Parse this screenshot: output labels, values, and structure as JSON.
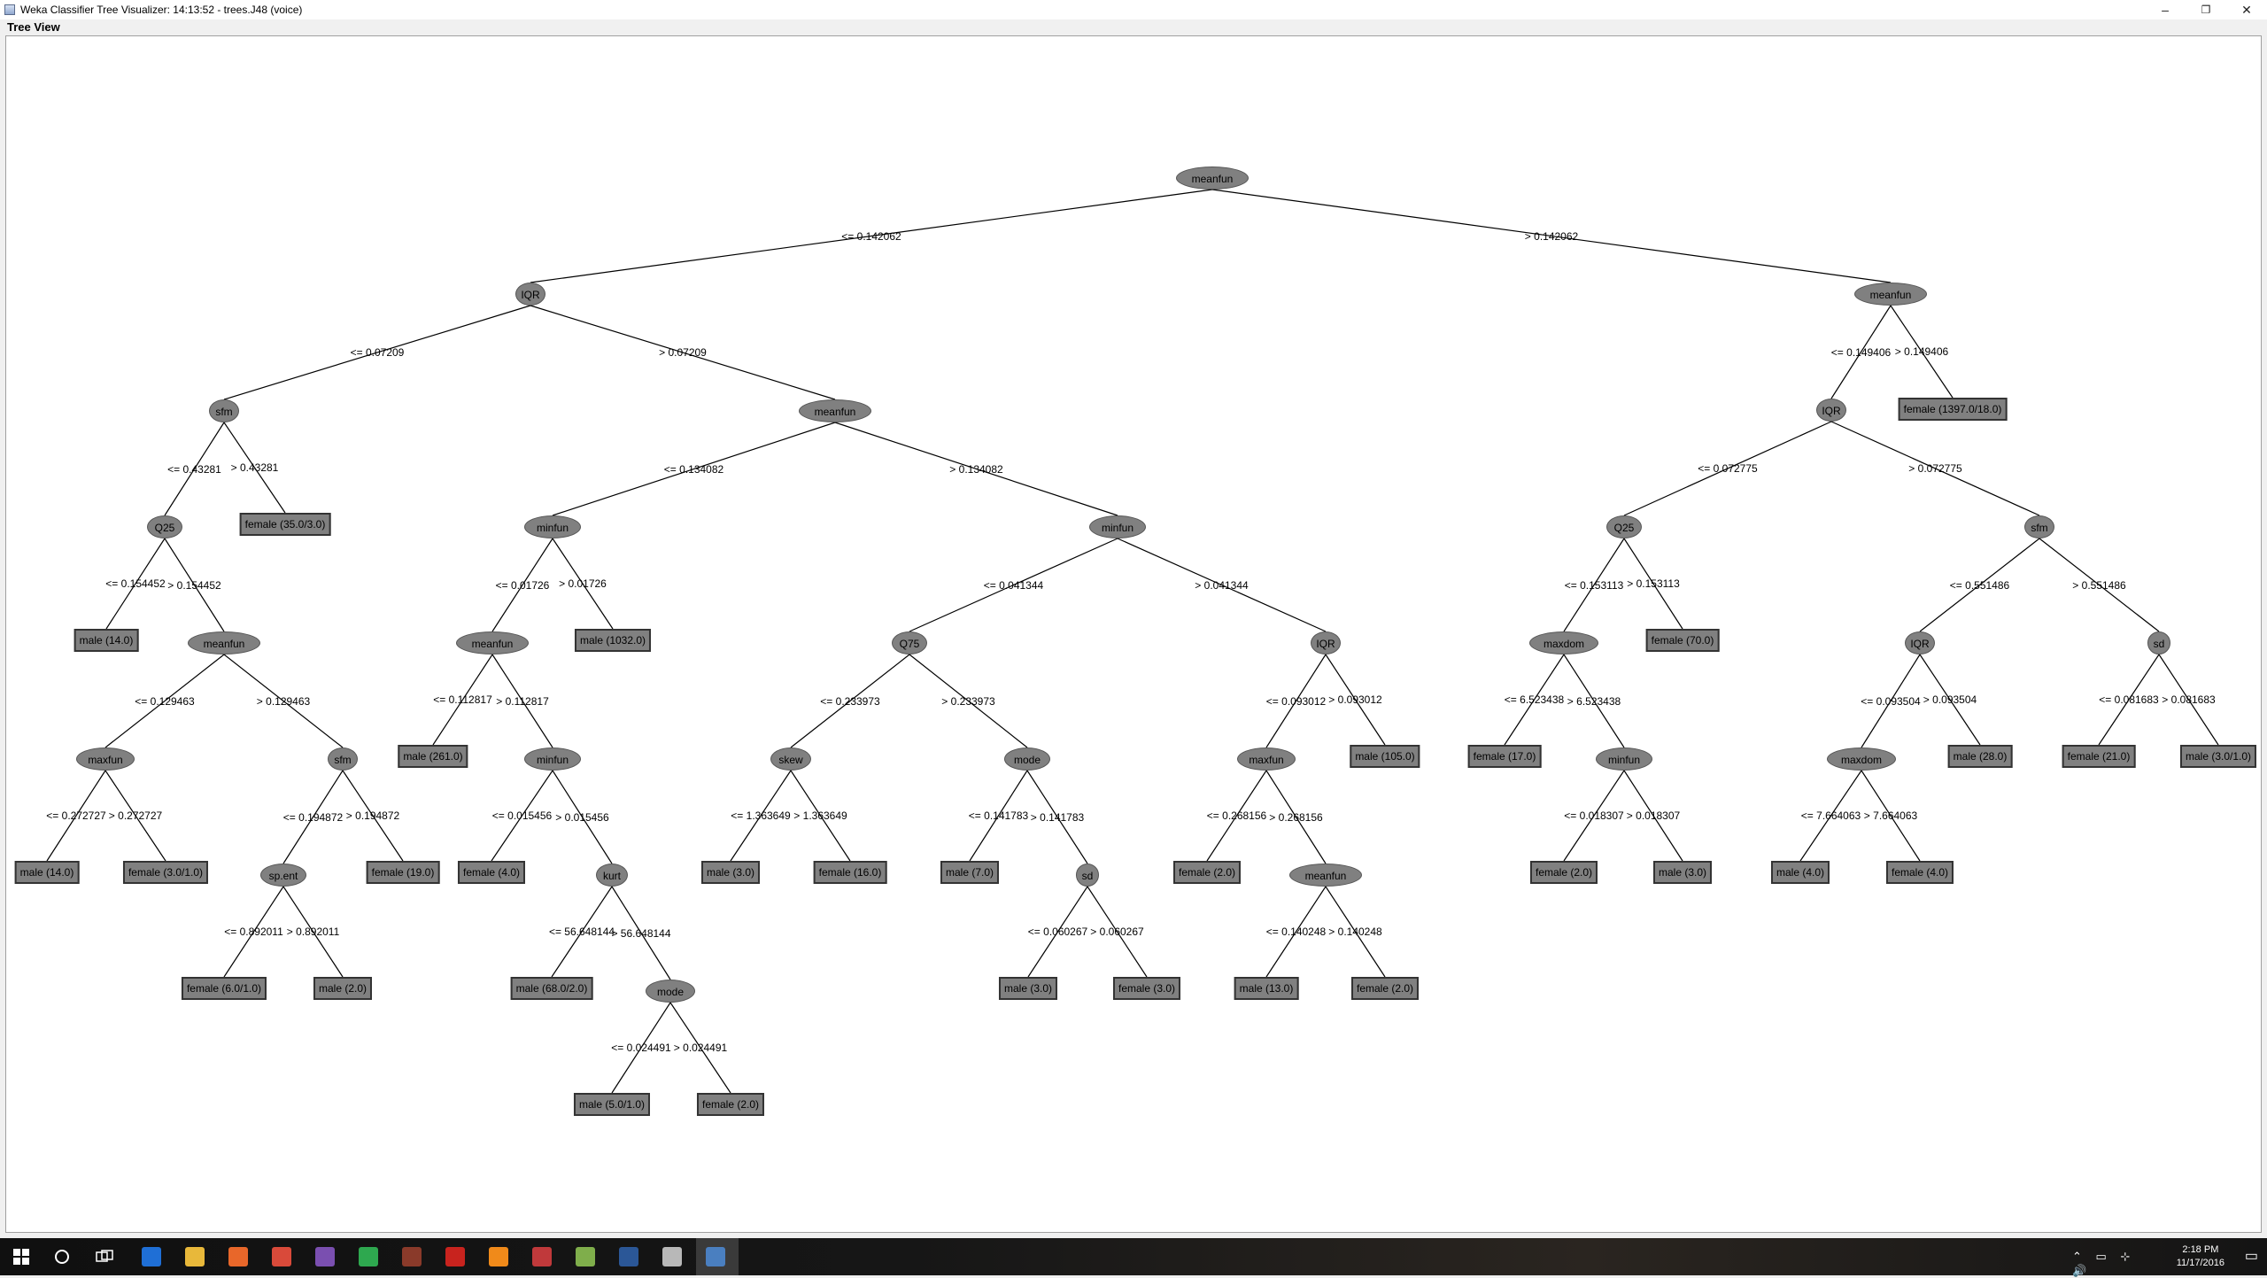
{
  "window": {
    "title": "Weka Classifier Tree Visualizer: 14:13:52 - trees.J48 (voice)",
    "minimize": "–",
    "maximize": "❐",
    "close": "✕"
  },
  "tab_label": "Tree View",
  "tree": {
    "nodes": [
      {
        "id": "n_root",
        "label": "meanfun",
        "type": "split"
      },
      {
        "id": "n_iqr1",
        "label": "IQR",
        "type": "split"
      },
      {
        "id": "n_mf_r",
        "label": "meanfun",
        "type": "split"
      },
      {
        "id": "n_sfm1",
        "label": "sfm",
        "type": "split"
      },
      {
        "id": "n_mf2",
        "label": "meanfun",
        "type": "split"
      },
      {
        "id": "n_iqr_r",
        "label": "IQR",
        "type": "split"
      },
      {
        "id": "lf_1397",
        "label": "female (1397.0/18.0)",
        "type": "leaf"
      },
      {
        "id": "n_q25a",
        "label": "Q25",
        "type": "split"
      },
      {
        "id": "lf_35",
        "label": "female (35.0/3.0)",
        "type": "leaf"
      },
      {
        "id": "n_minfun1",
        "label": "minfun",
        "type": "split"
      },
      {
        "id": "n_minfun2",
        "label": "minfun",
        "type": "split"
      },
      {
        "id": "n_q25r",
        "label": "Q25",
        "type": "split"
      },
      {
        "id": "n_sfm_r",
        "label": "sfm",
        "type": "split"
      },
      {
        "id": "lf_m14a",
        "label": "male (14.0)",
        "type": "leaf"
      },
      {
        "id": "n_mf3",
        "label": "meanfun",
        "type": "split"
      },
      {
        "id": "n_mf4",
        "label": "meanfun",
        "type": "split"
      },
      {
        "id": "lf_m1032",
        "label": "male (1032.0)",
        "type": "leaf"
      },
      {
        "id": "n_q75",
        "label": "Q75",
        "type": "split"
      },
      {
        "id": "n_iqr3",
        "label": "IQR",
        "type": "split"
      },
      {
        "id": "n_maxdom1",
        "label": "maxdom",
        "type": "split"
      },
      {
        "id": "lf_f70",
        "label": "female (70.0)",
        "type": "leaf"
      },
      {
        "id": "n_iqr4",
        "label": "IQR",
        "type": "split"
      },
      {
        "id": "n_sd2",
        "label": "sd",
        "type": "split"
      },
      {
        "id": "n_maxfun1",
        "label": "maxfun",
        "type": "split"
      },
      {
        "id": "n_sfm3",
        "label": "sfm",
        "type": "split"
      },
      {
        "id": "lf_m261",
        "label": "male (261.0)",
        "type": "leaf"
      },
      {
        "id": "n_minfun3",
        "label": "minfun",
        "type": "split"
      },
      {
        "id": "n_skew",
        "label": "skew",
        "type": "split"
      },
      {
        "id": "n_mode1",
        "label": "mode",
        "type": "split"
      },
      {
        "id": "n_maxfun2",
        "label": "maxfun",
        "type": "split"
      },
      {
        "id": "lf_m105",
        "label": "male (105.0)",
        "type": "leaf"
      },
      {
        "id": "lf_f17",
        "label": "female (17.0)",
        "type": "leaf"
      },
      {
        "id": "n_minfun4",
        "label": "minfun",
        "type": "split"
      },
      {
        "id": "n_maxdom2",
        "label": "maxdom",
        "type": "split"
      },
      {
        "id": "lf_m28",
        "label": "male (28.0)",
        "type": "leaf"
      },
      {
        "id": "lf_f21",
        "label": "female (21.0)",
        "type": "leaf"
      },
      {
        "id": "lf_m3_1",
        "label": "male (3.0/1.0)",
        "type": "leaf"
      },
      {
        "id": "lf_m14b",
        "label": "male (14.0)",
        "type": "leaf"
      },
      {
        "id": "lf_f3_1",
        "label": "female (3.0/1.0)",
        "type": "leaf"
      },
      {
        "id": "n_spent",
        "label": "sp.ent",
        "type": "split"
      },
      {
        "id": "lf_f19",
        "label": "female (19.0)",
        "type": "leaf"
      },
      {
        "id": "lf_f4a",
        "label": "female (4.0)",
        "type": "leaf"
      },
      {
        "id": "n_kurt",
        "label": "kurt",
        "type": "split"
      },
      {
        "id": "lf_m3a",
        "label": "male (3.0)",
        "type": "leaf"
      },
      {
        "id": "lf_f16",
        "label": "female (16.0)",
        "type": "leaf"
      },
      {
        "id": "lf_m7",
        "label": "male (7.0)",
        "type": "leaf"
      },
      {
        "id": "n_sd1",
        "label": "sd",
        "type": "split"
      },
      {
        "id": "lf_f2a",
        "label": "female (2.0)",
        "type": "leaf"
      },
      {
        "id": "n_mf5",
        "label": "meanfun",
        "type": "split"
      },
      {
        "id": "lf_f2b",
        "label": "female (2.0)",
        "type": "leaf"
      },
      {
        "id": "lf_m3b",
        "label": "male (3.0)",
        "type": "leaf"
      },
      {
        "id": "lf_m4",
        "label": "male (4.0)",
        "type": "leaf"
      },
      {
        "id": "lf_f4b",
        "label": "female (4.0)",
        "type": "leaf"
      },
      {
        "id": "lf_f6_1",
        "label": "female (6.0/1.0)",
        "type": "leaf"
      },
      {
        "id": "lf_m2",
        "label": "male (2.0)",
        "type": "leaf"
      },
      {
        "id": "lf_m68",
        "label": "male (68.0/2.0)",
        "type": "leaf"
      },
      {
        "id": "n_mode2",
        "label": "mode",
        "type": "split"
      },
      {
        "id": "lf_m3c",
        "label": "male (3.0)",
        "type": "leaf"
      },
      {
        "id": "lf_f3",
        "label": "female (3.0)",
        "type": "leaf"
      },
      {
        "id": "lf_m13",
        "label": "male (13.0)",
        "type": "leaf"
      },
      {
        "id": "lf_f2c",
        "label": "female (2.0)",
        "type": "leaf"
      },
      {
        "id": "lf_m5_1",
        "label": "male (5.0/1.0)",
        "type": "leaf"
      },
      {
        "id": "lf_f2d",
        "label": "female (2.0)",
        "type": "leaf"
      }
    ],
    "edges": [
      {
        "from": "n_root",
        "to": "n_iqr1",
        "label": "<= 0.142062"
      },
      {
        "from": "n_root",
        "to": "n_mf_r",
        "label": "> 0.142062"
      },
      {
        "from": "n_iqr1",
        "to": "n_sfm1",
        "label": "<= 0.07209"
      },
      {
        "from": "n_iqr1",
        "to": "n_mf2",
        "label": "> 0.07209"
      },
      {
        "from": "n_mf_r",
        "to": "n_iqr_r",
        "label": "<= 0.149406"
      },
      {
        "from": "n_mf_r",
        "to": "lf_1397",
        "label": "> 0.149406"
      },
      {
        "from": "n_sfm1",
        "to": "n_q25a",
        "label": "<= 0.43281"
      },
      {
        "from": "n_sfm1",
        "to": "lf_35",
        "label": "> 0.43281"
      },
      {
        "from": "n_mf2",
        "to": "n_minfun1",
        "label": "<= 0.134082"
      },
      {
        "from": "n_mf2",
        "to": "n_minfun2",
        "label": "> 0.134082"
      },
      {
        "from": "n_iqr_r",
        "to": "n_q25r",
        "label": "<= 0.072775"
      },
      {
        "from": "n_iqr_r",
        "to": "n_sfm_r",
        "label": "> 0.072775"
      },
      {
        "from": "n_q25a",
        "to": "lf_m14a",
        "label": "<= 0.154452"
      },
      {
        "from": "n_q25a",
        "to": "n_mf3",
        "label": "> 0.154452"
      },
      {
        "from": "n_minfun1",
        "to": "n_mf4",
        "label": "<= 0.01726"
      },
      {
        "from": "n_minfun1",
        "to": "lf_m1032",
        "label": "> 0.01726"
      },
      {
        "from": "n_minfun2",
        "to": "n_q75",
        "label": "<= 0.041344"
      },
      {
        "from": "n_minfun2",
        "to": "n_iqr3",
        "label": "> 0.041344"
      },
      {
        "from": "n_q25r",
        "to": "n_maxdom1",
        "label": "<= 0.153113"
      },
      {
        "from": "n_q25r",
        "to": "lf_f70",
        "label": "> 0.153113"
      },
      {
        "from": "n_sfm_r",
        "to": "n_iqr4",
        "label": "<= 0.551486"
      },
      {
        "from": "n_sfm_r",
        "to": "n_sd2",
        "label": "> 0.551486"
      },
      {
        "from": "n_mf3",
        "to": "n_maxfun1",
        "label": "<= 0.129463"
      },
      {
        "from": "n_mf3",
        "to": "n_sfm3",
        "label": "> 0.129463"
      },
      {
        "from": "n_mf4",
        "to": "lf_m261",
        "label": "<= 0.112817"
      },
      {
        "from": "n_mf4",
        "to": "n_minfun3",
        "label": "> 0.112817"
      },
      {
        "from": "n_q75",
        "to": "n_skew",
        "label": "<= 0.233973"
      },
      {
        "from": "n_q75",
        "to": "n_mode1",
        "label": "> 0.233973"
      },
      {
        "from": "n_iqr3",
        "to": "n_maxfun2",
        "label": "<= 0.093012"
      },
      {
        "from": "n_iqr3",
        "to": "lf_m105",
        "label": "> 0.093012"
      },
      {
        "from": "n_maxdom1",
        "to": "lf_f17",
        "label": "<= 6.523438"
      },
      {
        "from": "n_maxdom1",
        "to": "n_minfun4",
        "label": "> 6.523438"
      },
      {
        "from": "n_iqr4",
        "to": "n_maxdom2",
        "label": "<= 0.093504"
      },
      {
        "from": "n_iqr4",
        "to": "lf_m28",
        "label": "> 0.093504"
      },
      {
        "from": "n_sd2",
        "to": "lf_f21",
        "label": "<= 0.081683"
      },
      {
        "from": "n_sd2",
        "to": "lf_m3_1",
        "label": "> 0.081683"
      },
      {
        "from": "n_maxfun1",
        "to": "lf_m14b",
        "label": "<= 0.272727"
      },
      {
        "from": "n_maxfun1",
        "to": "lf_f3_1",
        "label": "> 0.272727"
      },
      {
        "from": "n_sfm3",
        "to": "n_spent",
        "label": "<= 0.194872"
      },
      {
        "from": "n_sfm3",
        "to": "lf_f19",
        "label": "> 0.194872"
      },
      {
        "from": "n_minfun3",
        "to": "lf_f4a",
        "label": "<= 0.015456"
      },
      {
        "from": "n_minfun3",
        "to": "n_kurt",
        "label": "> 0.015456"
      },
      {
        "from": "n_skew",
        "to": "lf_m3a",
        "label": "<= 1.363649"
      },
      {
        "from": "n_skew",
        "to": "lf_f16",
        "label": "> 1.363649"
      },
      {
        "from": "n_mode1",
        "to": "lf_m7",
        "label": "<= 0.141783"
      },
      {
        "from": "n_mode1",
        "to": "n_sd1",
        "label": "> 0.141783"
      },
      {
        "from": "n_maxfun2",
        "to": "lf_f2a",
        "label": "<= 0.268156"
      },
      {
        "from": "n_maxfun2",
        "to": "n_mf5",
        "label": "> 0.268156"
      },
      {
        "from": "n_minfun4",
        "to": "lf_f2b",
        "label": "<= 0.018307"
      },
      {
        "from": "n_minfun4",
        "to": "lf_m3b",
        "label": "> 0.018307"
      },
      {
        "from": "n_maxdom2",
        "to": "lf_m4",
        "label": "<= 7.664063"
      },
      {
        "from": "n_maxdom2",
        "to": "lf_f4b",
        "label": "> 7.664063"
      },
      {
        "from": "n_spent",
        "to": "lf_f6_1",
        "label": "<= 0.892011"
      },
      {
        "from": "n_spent",
        "to": "lf_m2",
        "label": "> 0.892011"
      },
      {
        "from": "n_kurt",
        "to": "lf_m68",
        "label": "<= 56.648144"
      },
      {
        "from": "n_kurt",
        "to": "n_mode2",
        "label": "> 56.648144"
      },
      {
        "from": "n_sd1",
        "to": "lf_m3c",
        "label": "<= 0.060267"
      },
      {
        "from": "n_sd1",
        "to": "lf_f3",
        "label": "> 0.060267"
      },
      {
        "from": "n_mf5",
        "to": "lf_m13",
        "label": "<= 0.140248"
      },
      {
        "from": "n_mf5",
        "to": "lf_f2c",
        "label": "> 0.140248"
      },
      {
        "from": "n_mode2",
        "to": "lf_m5_1",
        "label": "<= 0.024491"
      },
      {
        "from": "n_mode2",
        "to": "lf_f2d",
        "label": "> 0.024491"
      }
    ]
  },
  "taskbar": {
    "start_icon": "windows-start-icon",
    "search_icon": "cortana-search-icon",
    "apps": [
      {
        "name": "edge-icon",
        "color": "#1f6fd6"
      },
      {
        "name": "file-explorer-icon",
        "color": "#e8b83a"
      },
      {
        "name": "firefox-icon",
        "color": "#e8672a"
      },
      {
        "name": "chrome-icon",
        "color": "#d94a3a"
      },
      {
        "name": "tor-browser-icon",
        "color": "#7a4fb0"
      },
      {
        "name": "spotify-icon",
        "color": "#2ea84f"
      },
      {
        "name": "game-icon",
        "color": "#8a3a2a"
      },
      {
        "name": "acrobat-icon",
        "color": "#c8231e"
      },
      {
        "name": "vlc-icon",
        "color": "#f08a1a"
      },
      {
        "name": "app-red-icon",
        "color": "#c0393b"
      },
      {
        "name": "notepad-icon",
        "color": "#7fae4b"
      },
      {
        "name": "word-icon",
        "color": "#2b5797"
      },
      {
        "name": "folder-icon",
        "color": "#b8b8b8"
      },
      {
        "name": "weka-icon",
        "color": "#4a7fc0"
      }
    ],
    "time": "2:18 PM",
    "date": "11/17/2016",
    "tray_glyphs": "⌃ ▭ ⊹ 🔊"
  }
}
